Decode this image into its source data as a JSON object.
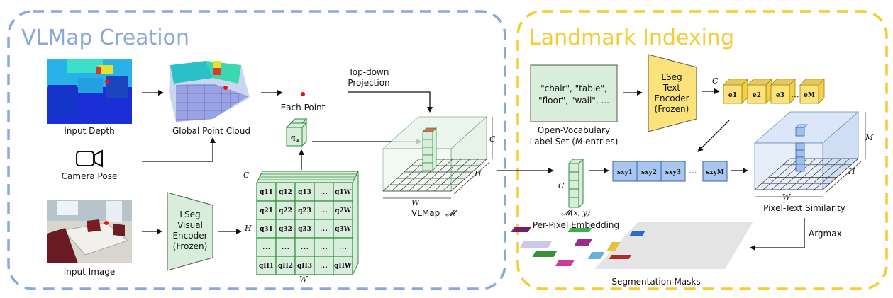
{
  "sections": {
    "left_title": "VLMap Creation",
    "right_title": "Landmark Indexing"
  },
  "left": {
    "input_depth": "Input Depth",
    "global_point_cloud": "Global Point Cloud",
    "camera_pose": "Camera Pose",
    "input_image": "Input Image",
    "encoder": [
      "LSeg",
      "Visual",
      "Encoder",
      "(Frozen)"
    ],
    "each_point": "Each Point",
    "topdown": [
      "Top-down",
      "Projection"
    ],
    "q_u": "q",
    "q_u_sub": "u",
    "grid_cells": [
      [
        "q11",
        "q12",
        "q13",
        "...",
        "q1W"
      ],
      [
        "q21",
        "q22",
        "q23",
        "...",
        "q2W"
      ],
      [
        "q31",
        "q32",
        "q33",
        "...",
        "q3W"
      ],
      [
        "...",
        "...",
        "...",
        "...",
        "..."
      ],
      [
        "qH1",
        "qH2",
        "qH3",
        "...",
        "qHW"
      ]
    ],
    "grid_labels": {
      "c": "C",
      "h": "H",
      "w": "W"
    },
    "vlmap_label": "VLMap",
    "vlmap_symbol": "𝓜",
    "vlmap_dims": {
      "c": "C",
      "h": "H",
      "w": "W"
    }
  },
  "right": {
    "vocab_box": [
      "\"chair\", \"table\",",
      "\"floor\", \"wall\", ..."
    ],
    "vocab_caption": [
      "Open-Vocabulary",
      "Label Set ("
    ],
    "vocab_caption_m": "M",
    "vocab_caption_end": " entries)",
    "text_encoder": [
      "LSeg",
      "Text",
      "Encoder",
      "(Frozen)"
    ],
    "e_labels": [
      "e1",
      "e2",
      "e3",
      "...",
      "eM"
    ],
    "e_c": "C",
    "embed_c": "C",
    "embed_label": "𝓜(x, y)",
    "per_pixel": "Per-Pixel Embedding",
    "s_labels": [
      "sxy1",
      "sxy2",
      "sxy3",
      "...",
      "sxyM"
    ],
    "similarity_dims": {
      "m": "M",
      "h": "H",
      "w": "W"
    },
    "pixel_text": "Pixel-Text Similarity",
    "argmax": "Argmax",
    "seg_masks": "Segmentation Masks"
  },
  "colors": {
    "blue_dash": "#8aa9db",
    "yellow_dash": "#f5cc32",
    "green_fill": "#d8eedb",
    "green_stroke": "#2e8b3c",
    "yellow_fill": "#fbe27a",
    "blue_fill": "#a9c6ef"
  }
}
